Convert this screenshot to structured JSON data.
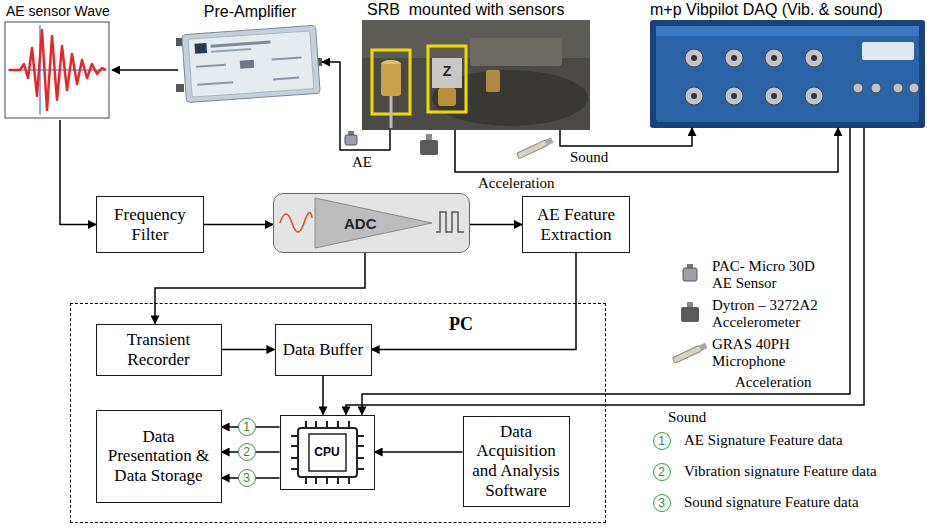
{
  "diagram": {
    "nodes": [
      {
        "text": [
          "AE sensor Wave"
        ]
      },
      {
        "text": [
          "Pre-Amplifier"
        ]
      },
      {
        "text": [
          "SRB  mounted with sensors"
        ]
      },
      {
        "text": [
          "m+p Vibpilot DAQ (Vib. & sound)"
        ]
      },
      {
        "text": [
          "Frequency Filter"
        ]
      },
      {
        "text": [
          "ADC"
        ]
      },
      {
        "text": [
          "AE Feature Extraction"
        ]
      },
      {
        "text": [
          "PC"
        ]
      },
      {
        "text": [
          "Transient Recorder"
        ],
        "in": 7
      },
      {
        "text": [
          "Data Buffer"
        ],
        "in": 7
      },
      {
        "text": [
          "Data Presentation & Data Storage"
        ],
        "in": 7
      },
      {
        "text": [
          "CPU"
        ],
        "in": 7
      },
      {
        "text": [
          "Data Acquisition and Analysis Software"
        ],
        "in": 7
      }
    ],
    "edges": [
      {
        "from": 1,
        "to": 0,
        "arrow": "to"
      },
      {
        "from": 2,
        "to": 1,
        "label": "AE",
        "arrow": "to"
      },
      {
        "from": 2,
        "to": 3,
        "label": "Sound",
        "arrow": "to"
      },
      {
        "from": 2,
        "to": 3,
        "label": "Acceleration",
        "arrow": "to"
      },
      {
        "from": 0,
        "to": 4,
        "arrow": "to"
      },
      {
        "from": 4,
        "to": 5,
        "arrow": "to"
      },
      {
        "from": 5,
        "to": 6,
        "arrow": "to"
      },
      {
        "from": 5,
        "to": 8,
        "arrow": "to"
      },
      {
        "from": 8,
        "to": 9,
        "arrow": "to"
      },
      {
        "from": 6,
        "to": 9,
        "arrow": "to"
      },
      {
        "from": 9,
        "to": 11,
        "arrow": "to"
      },
      {
        "from": 3,
        "to": 11,
        "label": "Acceleration",
        "arrow": "to"
      },
      {
        "from": 3,
        "to": 11,
        "label": "Sound",
        "arrow": "to"
      },
      {
        "from": 12,
        "to": 11,
        "arrow": "to"
      },
      {
        "from": 11,
        "to": 10,
        "label": "1",
        "arrow": "to"
      },
      {
        "from": 11,
        "to": 10,
        "label": "2",
        "arrow": "to"
      },
      {
        "from": 11,
        "to": 10,
        "label": "3",
        "arrow": "to"
      }
    ],
    "labels": [
      "Z",
      "1",
      "2",
      "3"
    ],
    "legend": [
      {
        "text": "PAC- Micro 30D AE Sensor"
      },
      {
        "text": "Dytron – 3272A2 Accelerometer"
      },
      {
        "text": "GRAS 40PH Microphone"
      },
      {
        "text": "AE Signature Feature data"
      },
      {
        "text": "Vibration signature Feature data"
      },
      {
        "text": "Sound signature Feature data"
      }
    ]
  }
}
